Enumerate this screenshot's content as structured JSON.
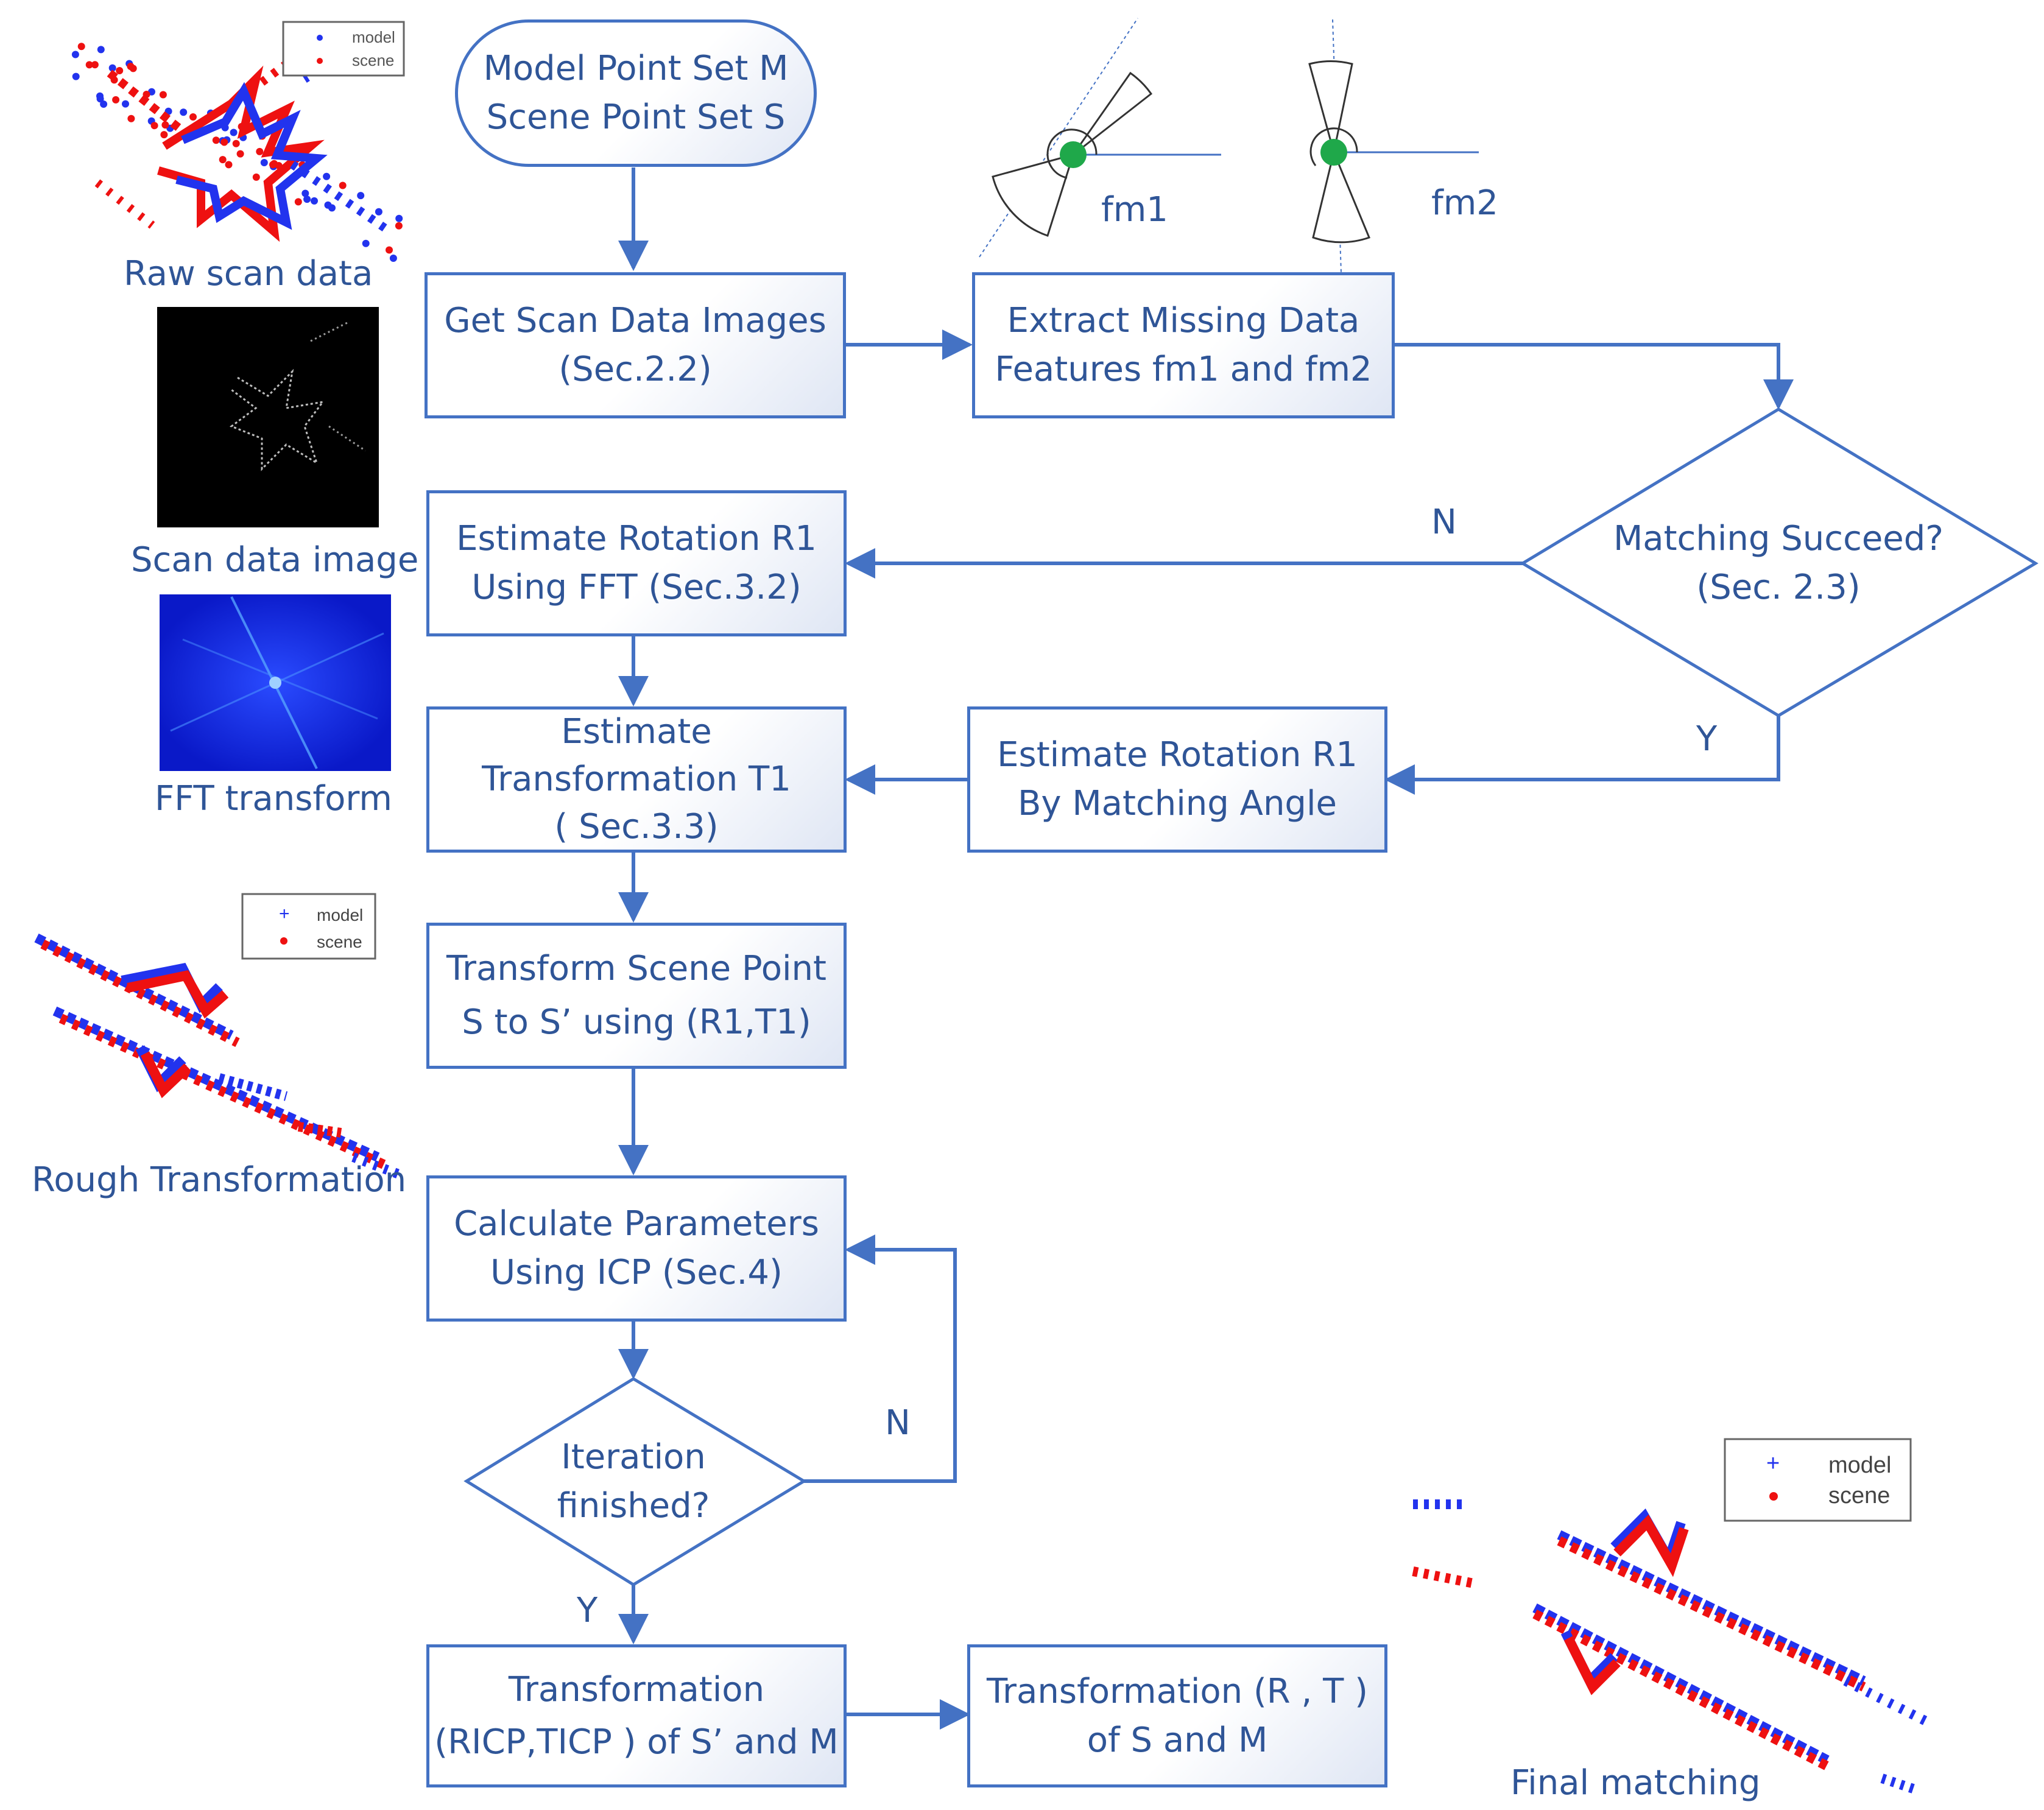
{
  "nodes": {
    "start": {
      "line1": "Model Point Set M",
      "line2": "Scene Point Set S"
    },
    "get_images": {
      "line1": "Get Scan Data Images",
      "line2": "(Sec.2.2)"
    },
    "extract": {
      "line1": "Extract Missing Data",
      "line2": "Features fm1 and fm2"
    },
    "matching": {
      "line1": "Matching Succeed?",
      "line2": "(Sec. 2.3)"
    },
    "est_rot_fft": {
      "line1": "Estimate Rotation R1",
      "line2": "Using FFT (Sec.3.2)"
    },
    "est_trans": {
      "line1": "Estimate",
      "line2": "Transformation T1",
      "line3": "( Sec.3.3)"
    },
    "est_rot_angle": {
      "line1": "Estimate Rotation R1",
      "line2": "By Matching Angle"
    },
    "transform_scene": {
      "line1": "Transform Scene Point",
      "line2": "S to S’  using (R1,T1)"
    },
    "icp": {
      "line1": "Calculate Parameters",
      "line2": "Using ICP (Sec.4)"
    },
    "iteration": {
      "line1": "Iteration",
      "line2": "finished?"
    },
    "trans_icp": {
      "line1": "Transformation",
      "line2": "(RICP,TICP ) of S’  and M"
    },
    "trans_final": {
      "line1": "Transformation (R , T )",
      "line2": "of S and M"
    }
  },
  "edge_labels": {
    "match_no": "N",
    "match_yes": "Y",
    "iter_no": "N",
    "iter_yes": "Y"
  },
  "side_labels": {
    "raw": "Raw scan data",
    "scan_image": "Scan data image",
    "fft": "FFT transform",
    "rough": "Rough Transformation",
    "final": "Final matching",
    "fm1": "fm1",
    "fm2": "fm2"
  },
  "legend": {
    "model": "model",
    "scene": "scene"
  },
  "colors": {
    "accent": "#4472C4",
    "text": "#2f5597",
    "model": "#2233ee",
    "scene": "#ee1111",
    "feature": "#1fa84a"
  }
}
